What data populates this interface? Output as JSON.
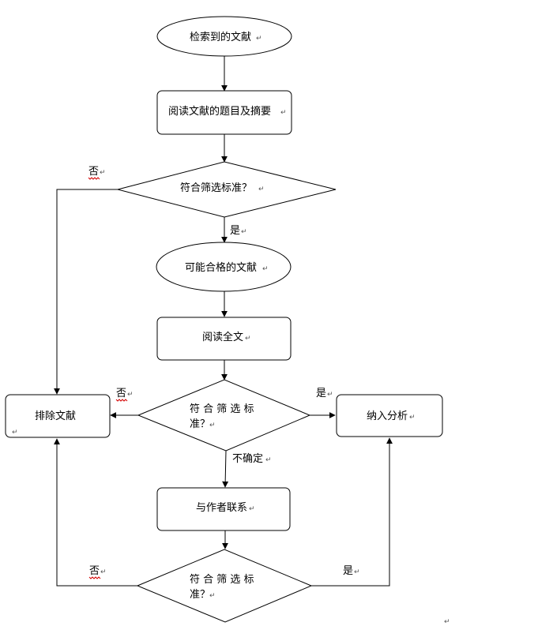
{
  "flowchart": {
    "nodes": {
      "start": "检索到的文献",
      "read_titles": "阅读文献的题目及摘要",
      "decision1": "符合筛选标准？",
      "possible": "可能合格的文献",
      "read_full": "阅读全文",
      "decision2_line1": "符 合 筛 选 标",
      "decision2_line2": "准？",
      "exclude": "排除文献",
      "include": "纳入分析",
      "contact": "与作者联系",
      "decision3_line1": "符 合 筛 选 标",
      "decision3_line2": "准？"
    },
    "edge_labels": {
      "d1_no": "否",
      "d1_yes": "是",
      "d2_no": "否",
      "d2_yes": "是",
      "d2_unsure": "不确定",
      "d3_no": "否",
      "d3_yes": "是"
    },
    "paragraph_mark": "↵"
  }
}
